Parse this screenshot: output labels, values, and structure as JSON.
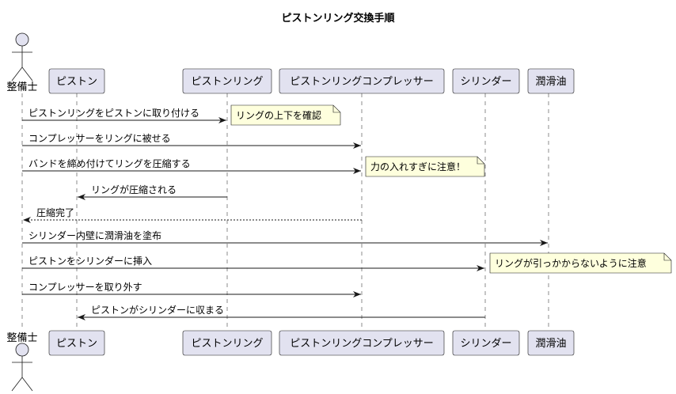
{
  "title": "ピストンリング交換手順",
  "participants": [
    {
      "id": "mech",
      "label": "整備士",
      "kind": "actor"
    },
    {
      "id": "piston",
      "label": "ピストン",
      "kind": "participant"
    },
    {
      "id": "ring",
      "label": "ピストンリング",
      "kind": "participant"
    },
    {
      "id": "comp",
      "label": "ピストンリングコンプレッサー",
      "kind": "participant"
    },
    {
      "id": "cyl",
      "label": "シリンダー",
      "kind": "participant"
    },
    {
      "id": "oil",
      "label": "潤滑油",
      "kind": "participant"
    }
  ],
  "messages": [
    {
      "from": "mech",
      "to": "ring",
      "text": "ピストンリングをピストンに取り付ける",
      "style": "solid"
    },
    {
      "from": "mech",
      "to": "comp",
      "text": "コンプレッサーをリングに被せる",
      "style": "solid"
    },
    {
      "from": "mech",
      "to": "comp",
      "text": "バンドを締め付けてリングを圧縮する",
      "style": "solid"
    },
    {
      "from": "ring",
      "to": "piston",
      "text": "リングが圧縮される",
      "style": "solid"
    },
    {
      "from": "comp",
      "to": "mech",
      "text": "圧縮完了",
      "style": "dashed"
    },
    {
      "from": "mech",
      "to": "oil",
      "text": "シリンダー内壁に潤滑油を塗布",
      "style": "solid"
    },
    {
      "from": "mech",
      "to": "cyl",
      "text": "ピストンをシリンダーに挿入",
      "style": "solid"
    },
    {
      "from": "mech",
      "to": "comp",
      "text": "コンプレッサーを取り外す",
      "style": "solid"
    },
    {
      "from": "cyl",
      "to": "piston",
      "text": "ピストンがシリンダーに収まる",
      "style": "solid"
    }
  ],
  "notes": [
    {
      "after_message": 0,
      "participant": "ring",
      "text": "リングの上下を確認"
    },
    {
      "after_message": 2,
      "participant": "comp",
      "text": "力の入れすぎに注意！"
    },
    {
      "after_message": 6,
      "participant": "cyl",
      "text": "リングが引っかからないように注意"
    }
  ]
}
